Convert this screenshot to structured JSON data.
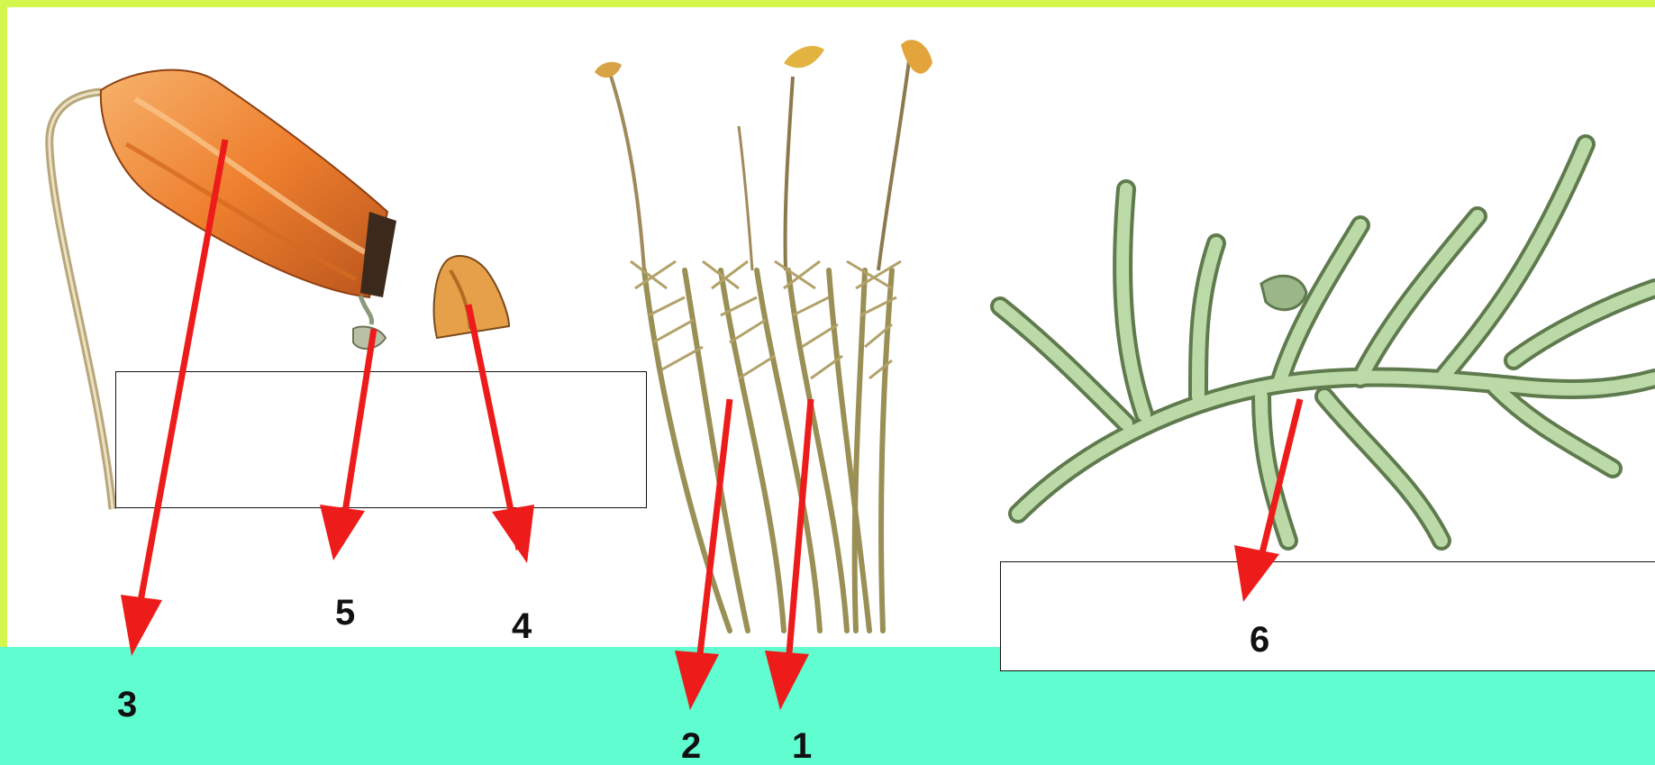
{
  "colors": {
    "frame": "#d4f74e",
    "band": "#5ffdcf",
    "arrow": "#ee1b1b",
    "capsule": "#f08a3a",
    "capsule_dark": "#c45a1c",
    "stalk": "#c7b58a",
    "leafy": "#9a8f54",
    "protonema": "#a9c99a",
    "protonema_dark": "#5f7b4e"
  },
  "figure": {
    "labels": [
      "1",
      "2",
      "3",
      "4",
      "5",
      "6"
    ],
    "empty_boxes": 2
  }
}
